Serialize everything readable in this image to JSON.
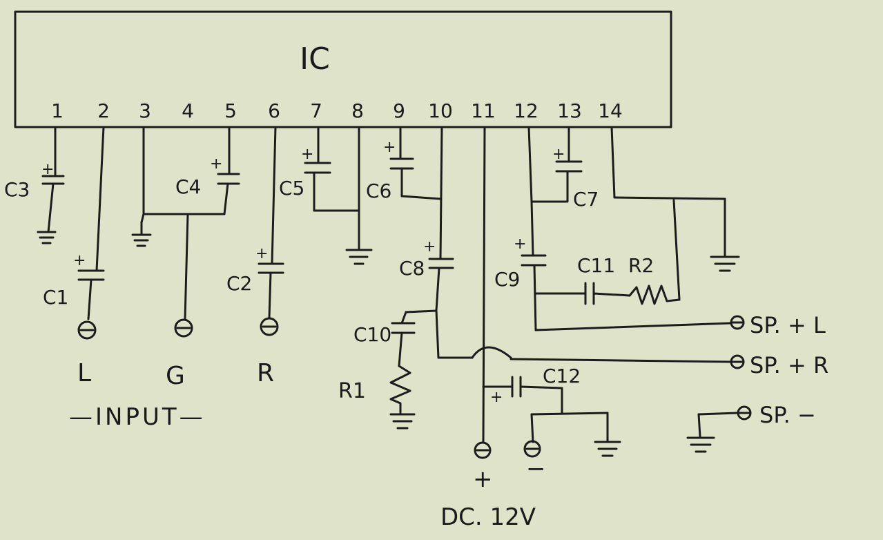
{
  "ic": {
    "label": "IC"
  },
  "pins": [
    "1",
    "2",
    "3",
    "4",
    "5",
    "6",
    "7",
    "8",
    "9",
    "10",
    "11",
    "12",
    "13",
    "14"
  ],
  "components": {
    "c1": "C1",
    "c2": "C2",
    "c3": "C3",
    "c4": "C4",
    "c5": "C5",
    "c6": "C6",
    "c7": "C7",
    "c8": "C8",
    "c9": "C9",
    "c10": "C10",
    "c11": "C11",
    "c12": "C12",
    "r1": "R1",
    "r2": "R2"
  },
  "polarity": {
    "plus": "+",
    "minus": "−"
  },
  "inputs": {
    "left": "L",
    "ground": "G",
    "right": "R",
    "label": "—INPUT—"
  },
  "outputs": {
    "sp_left": "SP. + L",
    "sp_right": "SP. + R",
    "sp_minus": "SP. −"
  },
  "power": {
    "plus": "+",
    "minus": "−",
    "label": "DC. 12V"
  }
}
